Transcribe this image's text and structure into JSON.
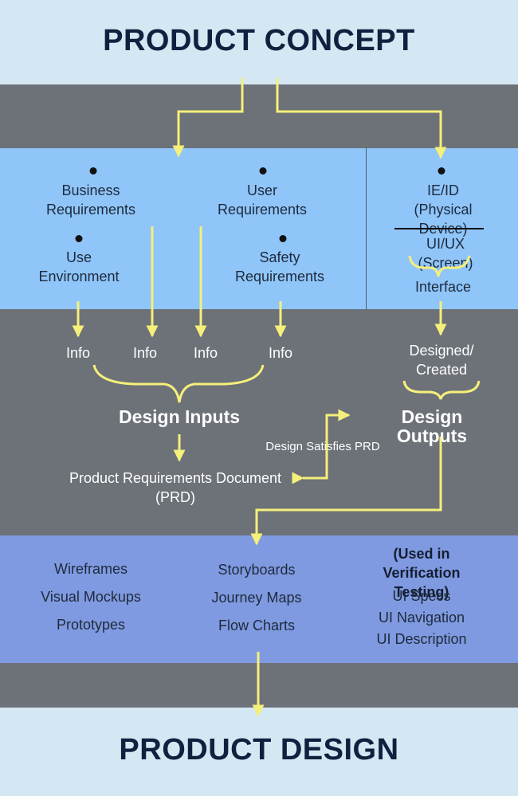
{
  "title_top": "PRODUCT CONCEPT",
  "title_bottom": "PRODUCT DESIGN",
  "requirements": {
    "business": "Business\nRequirements",
    "user": "User\nRequirements",
    "use_env": "Use\nEnvironment",
    "safety": "Safety\nRequirements"
  },
  "device": {
    "ieid": "IE/ID\n(Physical Device)",
    "uiux": "UI/UX (Screen)",
    "interface": "Interface"
  },
  "info_labels": [
    "Info",
    "Info",
    "Info",
    "Info"
  ],
  "designed_created": "Designed/\nCreated",
  "design_inputs": "Design Inputs",
  "design_outputs": "Design Outputs",
  "satisfies": "Design Satisfies PRD",
  "prd": "Product Requirements Document\n(PRD)",
  "deliverables": {
    "col1": [
      "Wireframes",
      "Visual Mockups",
      "Prototypes"
    ],
    "col2": [
      "Storyboards",
      "Journey Maps",
      "Flow Charts"
    ],
    "col3_header": "(Used in\nVerification Testing)",
    "col3": [
      "UI Specs",
      "UI Navigation",
      "UI Description"
    ]
  },
  "colors": {
    "arrow": "#f5f07a",
    "light_band": "#d3e8f3",
    "gray_band": "#6d7178",
    "blue_band": "#8fc5f9",
    "purple_band": "#7f9ae0",
    "title": "#12203f"
  }
}
